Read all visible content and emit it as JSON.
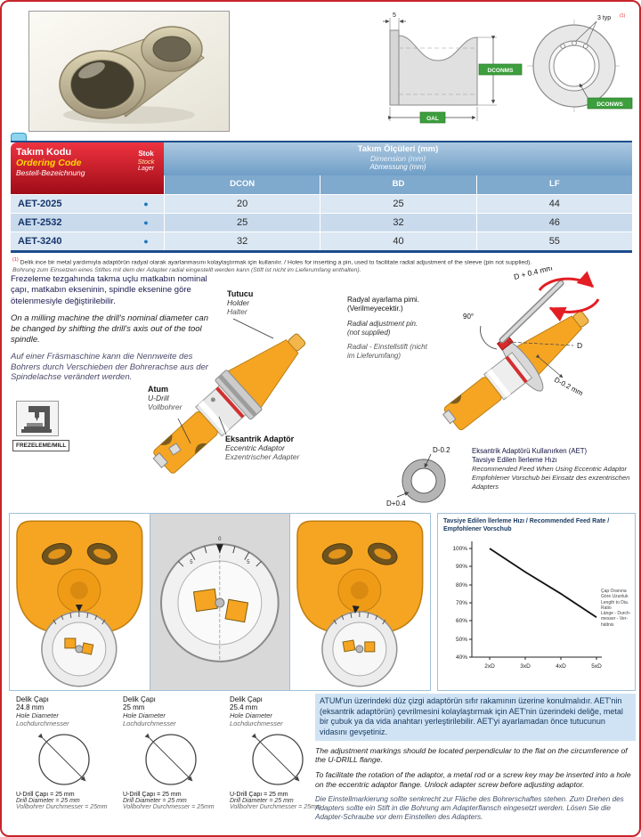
{
  "colors": {
    "page_border_red": "#c8242b",
    "header_red": "#d31323",
    "header_blue": "#7fa9cd",
    "row_blue": "#dbe7f3",
    "tool_orange": "#f6a522",
    "dim_label_green": "#3c9e3c",
    "note_highlight_blue": "#cfe3f4"
  },
  "drawing": {
    "dim_5": "5",
    "dconms": "DCONMS",
    "oal": "OAL",
    "typ": "3 typ",
    "typ_sup": "(1)",
    "dconws": "DCONWS"
  },
  "table": {
    "code_header": {
      "tr": "Takım Kodu",
      "en": "Ordering Code",
      "de": "Bestell-Bezeichnung"
    },
    "stock_header": {
      "tr": "Stok",
      "en": "Stock",
      "de": "Lager"
    },
    "dim_header": {
      "tr": "Takım Ölçüleri (mm)",
      "en": "Dimension (mm)",
      "de": "Abmessung (mm)"
    },
    "columns": [
      "DCON",
      "BD",
      "LF"
    ],
    "stock_dot": "●",
    "rows": [
      {
        "code": "AET-2025",
        "dcon": "20",
        "bd": "25",
        "lf": "44"
      },
      {
        "code": "AET-2532",
        "dcon": "25",
        "bd": "32",
        "lf": "46"
      },
      {
        "code": "AET-3240",
        "dcon": "32",
        "bd": "40",
        "lf": "55"
      }
    ]
  },
  "footnote": {
    "sup": "(1)",
    "line1": "Delik ince bir metal yardımıyla adaptörün radyal olarak ayarlanmasını kolaylaştırmak için kullanılır. / Holes for inserting a pin, used to facilitate radial adjustment of the sleeve (pin not supplied).",
    "line2": "Bohrung zum Einsetzen eines Stiftes mit dem der Adapter radial eingestellt werden kann (Stift ist nicht im Lieferumfang enthalten)."
  },
  "intro": {
    "tr": "Frezeleme tezgahında takma uçlu matkabın nominal çapı, matkabın ekseninin,  spindle eksenine göre ötelenmesiyle değiştirilebilir.",
    "en": "On a milling machine the drill's nominal diameter can be changed by shifting the drill's axis out of the tool spindle.",
    "de": "Auf einer Fräsmaschine kann die Nennweite des Bohrers durch Verschieben der Bohrerachse aus der Spindelachse verändert werden."
  },
  "mill_label": "FREZELEME/MILL",
  "assembly": {
    "atum": {
      "l1": "Atum",
      "l2": "U-Drill",
      "l3": "Vollbohrer"
    },
    "holder": {
      "l1": "Tutucu",
      "l2": "Holder",
      "l3": "Halter"
    },
    "eccentric": {
      "l1": "Eksantrik Adaptör",
      "l2": "Eccentric Adaptor",
      "l3": "Exzentrischer Adapter"
    }
  },
  "adjust": {
    "pin_tr": "Radyal ayarlama pimi. (Verilmeyecektir.)",
    "pin_en": "Radial adjustment pin. (not supplied)",
    "pin_de": "Radial - Einstellstift (nicht im Lieferumfang)",
    "d_plus": "D + 0.4 mm",
    "angle": "90°",
    "d": "D",
    "d_minus": "D-0.2 mm"
  },
  "ring": {
    "inner": "D-0.2",
    "outer": "D+0.4",
    "cap_tr1": "Eksantrik Adaptörü Kullanırken (AET)",
    "cap_tr2": "Tavsiye Edilen İlerleme Hızı",
    "cap_en": "Recommended Feed When Using Eccentric Adaptor",
    "cap_de": "Empfohlener Vorschub bei Einsatz des exzentrischen Adapters"
  },
  "chart_data": {
    "type": "line",
    "title_line1": "Tavsiye Edilen İlerleme Hızı / Recommended Feed Rate /",
    "title_line2": "Empfohlener Vorschub",
    "x": [
      "2xD",
      "3xD",
      "4xD",
      "5xD"
    ],
    "series": [
      {
        "name": "Recommended feed rate (%)",
        "values": [
          100,
          87,
          75,
          62
        ]
      }
    ],
    "ylim": [
      40,
      100
    ],
    "yticks": [
      "100%",
      "90%",
      "80%",
      "70%",
      "60%",
      "50%",
      "40%"
    ],
    "xlabel": "Çap Oranına Göre Uzunluk / Length to Dia. Ratio / Länge - Durchmesser - Verhältnis",
    "grid": false,
    "legend": "none",
    "side_label": {
      "l1": "Çap Oranına",
      "l2": "Göre Uzunluk",
      "l3": "Length to Dia.",
      "l4": "Ratio",
      "l5": "Länge - Durch-",
      "l6": "messer - Ver-",
      "l7": "hältnis"
    },
    "dial": {
      "left": "5",
      "zero": "0",
      "right": "5"
    }
  },
  "hole_panels": [
    {
      "t1": "Delik Çapı",
      "t2": "24.8 mm",
      "t3": "Hole Diameter",
      "t4": "Lochdurchmesser",
      "b1": "U-Drill Çapı = 25 mm",
      "b2": "Drill Diameter = 25 mm",
      "b3": "Vollbohrer Durchmesser = 25mm"
    },
    {
      "t1": "Delik Çapı",
      "t2": "25 mm",
      "t3": "Hole Diameter",
      "t4": "Lochdurchmesser",
      "b1": "U-Drill Çapı = 25 mm",
      "b2": "Drill Diameter = 25 mm",
      "b3": "Vollbohrer Durchmesser = 25mm"
    },
    {
      "t1": "Delik Çapı",
      "t2": "25.4 mm",
      "t3": "Hole Diameter",
      "t4": "Lochdurchmesser",
      "b1": "U-Drill Çapı = 25 mm",
      "b2": "Drill Diameter = 25 mm",
      "b3": "Vollbohrer Durchmesser = 25mm"
    }
  ],
  "outro": {
    "tr": "ATUM'un üzerindeki düz çizgi adaptörün sıfır rakamının üzerine konulmalıdır. AET'nin (eksantrik adaptörün) çevrilmesini kolaylaştırmak için AET'nin üzerindeki deliğe, metal bir çubuk ya da vida anahtarı yerleştirilebilir. AET'yi ayarlamadan önce tutucunun vidasını gevşetiniz.",
    "en1": "The adjustment markings should be located perpendicular to the flat on the circumference of the U-DRILL flange.",
    "en2": "To facilitate the rotation of the adaptor, a metal rod or a screw key may be inserted into a hole on the eccentric adaptor flange. Unlock adapter screw before adjusting adaptor.",
    "de": "Die Einstellmarkierung sollte senkrecht zur Fläche des Bohrerschaftes stehen. Zum Drehen des Adapters sollte ein Stift in die Bohrung am Adapterflansch eingesetzt werden. Lösen Sie die Adapter-Schraube vor dem Einstellen des Adapters."
  }
}
